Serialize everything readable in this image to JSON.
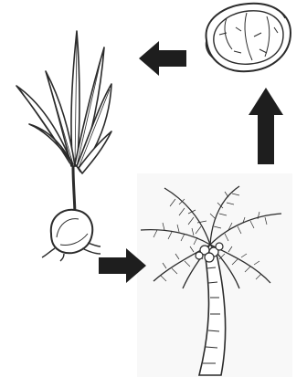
{
  "diagram": {
    "type": "life-cycle",
    "stages": [
      {
        "id": "seedling",
        "icon": "coconut-seedling-icon"
      },
      {
        "id": "palm_tree",
        "icon": "coconut-palm-tree-icon"
      },
      {
        "id": "coconut",
        "icon": "coconut-fruit-icon"
      }
    ],
    "arrows": [
      {
        "from": "seedling",
        "to": "palm_tree",
        "direction": "right"
      },
      {
        "from": "palm_tree",
        "to": "coconut",
        "direction": "up"
      },
      {
        "from": "coconut",
        "to": "seedling",
        "direction": "left"
      }
    ],
    "colors": {
      "ink": "#2b2b2b",
      "arrow": "#1e1e1e",
      "background": "#ffffff",
      "panel": "#f7f7f7"
    }
  }
}
